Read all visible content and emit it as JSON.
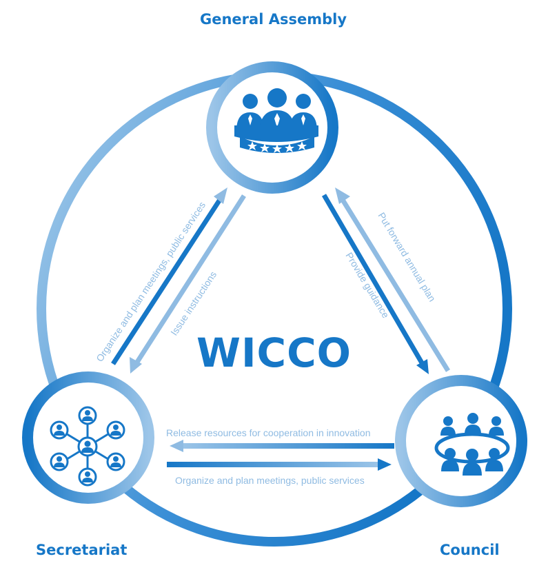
{
  "title": "WICCO",
  "nodes": {
    "top": "General Assembly",
    "left": "Secretariat",
    "right": "Council"
  },
  "arrows": {
    "secretariat_to_assembly": "Organize and plan meetings, public services",
    "assembly_to_secretariat": "Issue instructions",
    "council_to_assembly": "Put forward annual plan",
    "assembly_to_council": "Provide guidance",
    "council_to_secretariat": "Release resources for cooperation in innovation",
    "secretariat_to_council": "Organize and plan meetings, public services"
  },
  "colors": {
    "primary": "#1677c7",
    "light": "#8fbbe2",
    "ring_light": "#a9cdea"
  },
  "icons": {
    "top": "assembly-people-icon",
    "left": "network-people-icon",
    "right": "council-table-icon"
  }
}
